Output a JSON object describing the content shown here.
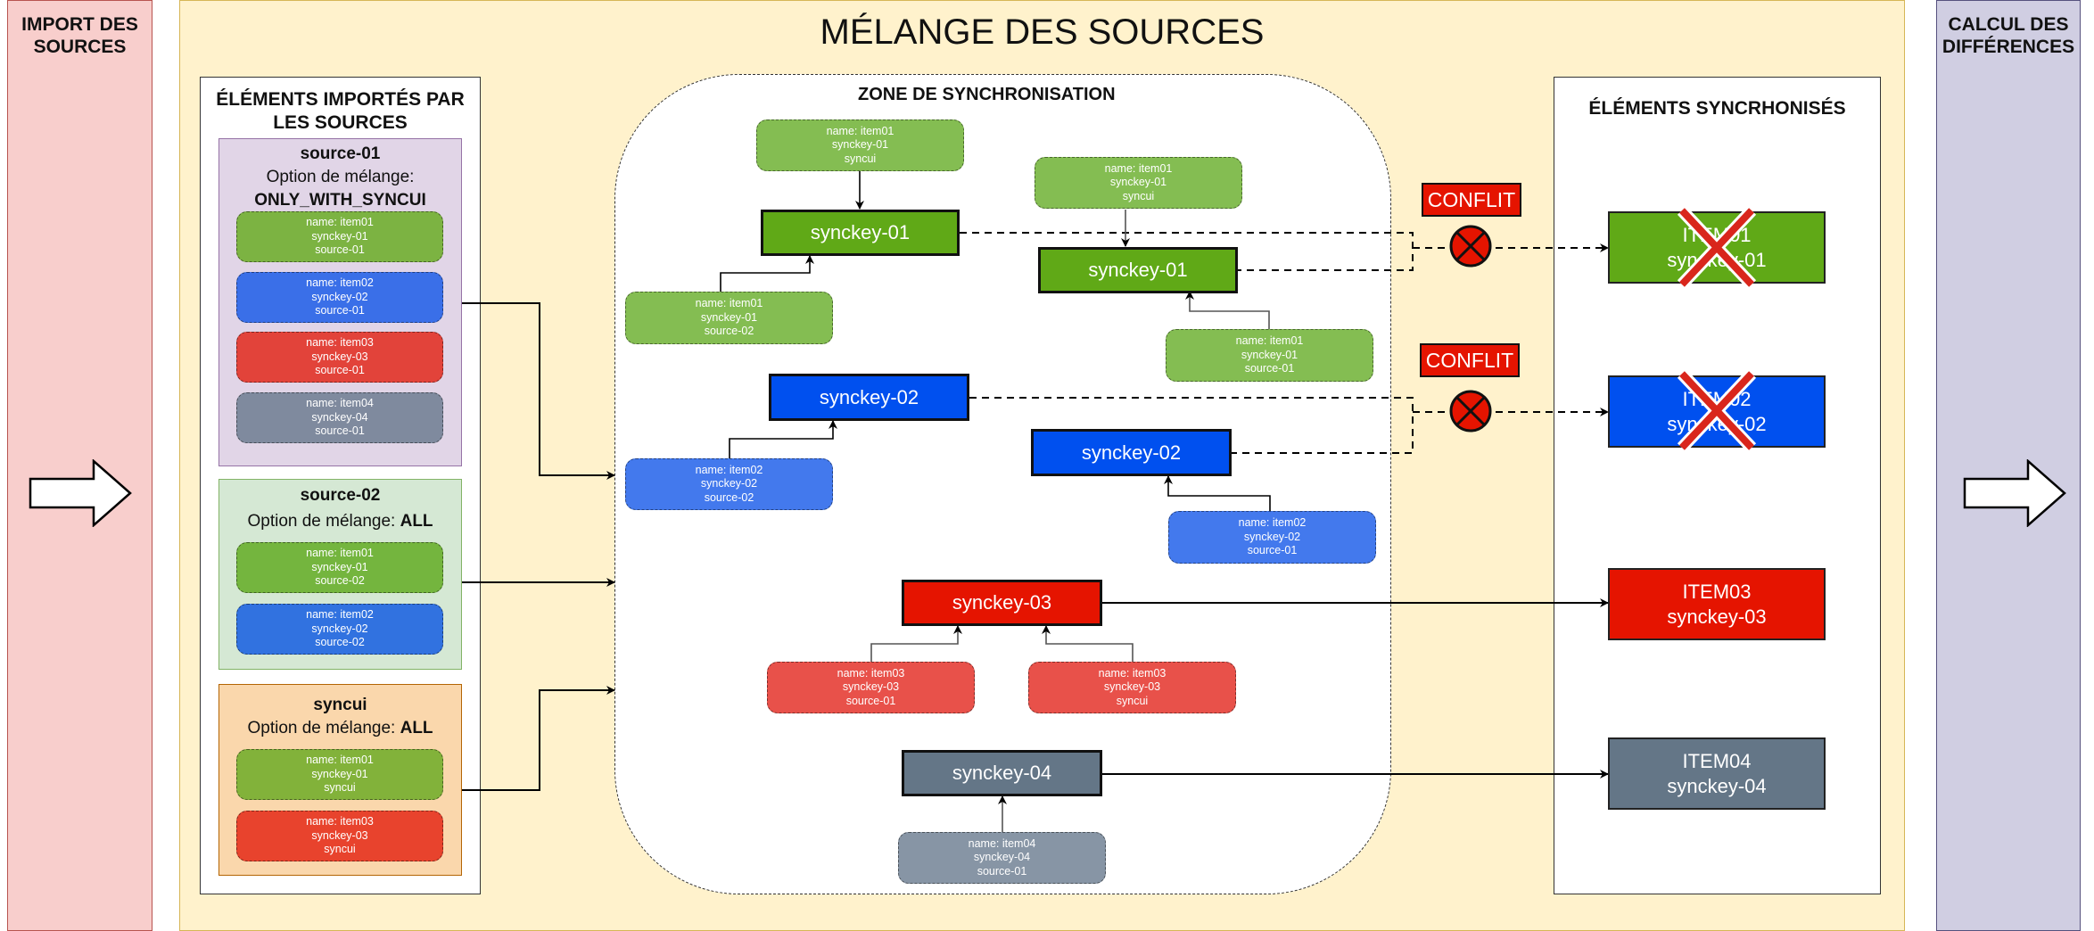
{
  "stages": {
    "import": {
      "title_line1": "IMPORT DES",
      "title_line2": "SOURCES"
    },
    "merge": {
      "title": "MÉLANGE DES SOURCES"
    },
    "diff": {
      "title_line1": "CALCUL DES",
      "title_line2": "DIFFÉRENCES"
    }
  },
  "imported_panel": {
    "title_line1": "ÉLÉMENTS IMPORTÉS PAR",
    "title_line2": "LES SOURCES",
    "sources": [
      {
        "name": "source-01",
        "option_label": "Option de mélange:",
        "option_value": "ONLY_WITH_SYNCUI",
        "color": "#e1d5e7",
        "items": [
          {
            "name": "name: item01",
            "synckey": "synckey-01",
            "source": "source-01",
            "color": "#7cb342"
          },
          {
            "name": "name: item02",
            "synckey": "synckey-02",
            "source": "source-01",
            "color": "#3a6fe8"
          },
          {
            "name": "name: item03",
            "synckey": "synckey-03",
            "source": "source-01",
            "color": "#e2433a"
          },
          {
            "name": "name: item04",
            "synckey": "synckey-04",
            "source": "source-01",
            "color": "#7f8a9e"
          }
        ]
      },
      {
        "name": "source-02",
        "option_label": "Option de mélange:",
        "option_value": "ALL",
        "color": "#d5e8d4",
        "items": [
          {
            "name": "name: item01",
            "synckey": "synckey-01",
            "source": "source-02",
            "color": "#74b53e"
          },
          {
            "name": "name: item02",
            "synckey": "synckey-02",
            "source": "source-02",
            "color": "#3172e0"
          }
        ]
      },
      {
        "name": "syncui",
        "option_label": "Option de mélange:",
        "option_value": "ALL",
        "color": "#fad7ac",
        "items": [
          {
            "name": "name: item01",
            "synckey": "synckey-01",
            "source": "syncui",
            "color": "#82b23a"
          },
          {
            "name": "name: item03",
            "synckey": "synckey-03",
            "source": "syncui",
            "color": "#e8432d"
          }
        ]
      }
    ]
  },
  "sync_zone": {
    "title": "ZONE DE SYNCHRONISATION",
    "groups": [
      {
        "key": "synckey-01",
        "color": "#60a917",
        "items": [
          {
            "name": "name: item01",
            "synckey": "synckey-01",
            "source": "syncui",
            "color": "#84bd52"
          },
          {
            "name": "name: item01",
            "synckey": "synckey-01",
            "source": "source-02",
            "color": "#84bd52"
          }
        ]
      },
      {
        "key": "synckey-01",
        "color": "#60a917",
        "items": [
          {
            "name": "name: item01",
            "synckey": "synckey-01",
            "source": "syncui",
            "color": "#84bd52"
          },
          {
            "name": "name: item01",
            "synckey": "synckey-01",
            "source": "source-01",
            "color": "#84bd52"
          }
        ]
      },
      {
        "key": "synckey-02",
        "color": "#0050ef",
        "items": [
          {
            "name": "name: item02",
            "synckey": "synckey-02",
            "source": "source-02",
            "color": "#4379ed"
          }
        ]
      },
      {
        "key": "synckey-02",
        "color": "#0050ef",
        "items": [
          {
            "name": "name: item02",
            "synckey": "synckey-02",
            "source": "source-01",
            "color": "#4379ed"
          }
        ]
      },
      {
        "key": "synckey-03",
        "color": "#e51400",
        "items": [
          {
            "name": "name: item03",
            "synckey": "synckey-03",
            "source": "source-01",
            "color": "#e8514a"
          },
          {
            "name": "name: item03",
            "synckey": "synckey-03",
            "source": "syncui",
            "color": "#e8514a"
          }
        ]
      },
      {
        "key": "synckey-04",
        "color": "#647687",
        "items": [
          {
            "name": "name: item04",
            "synckey": "synckey-04",
            "source": "source-01",
            "color": "#8795a5"
          }
        ]
      }
    ]
  },
  "conflicts": [
    {
      "label": "CONFLIT",
      "color": "#e51400"
    },
    {
      "label": "CONFLIT",
      "color": "#e51400"
    }
  ],
  "synced_panel": {
    "title": "ÉLÉMENTS SYNCRHONISÉS",
    "results": [
      {
        "line1": "ITEM01",
        "line2": "synckey-01",
        "color": "#60a917",
        "rejected": true
      },
      {
        "line1": "ITEM02",
        "line2": "synckey-02",
        "color": "#0050ef",
        "rejected": true
      },
      {
        "line1": "ITEM03",
        "line2": "synckey-03",
        "color": "#e51400",
        "rejected": false
      },
      {
        "line1": "ITEM04",
        "line2": "synckey-04",
        "color": "#647687",
        "rejected": false
      }
    ]
  }
}
